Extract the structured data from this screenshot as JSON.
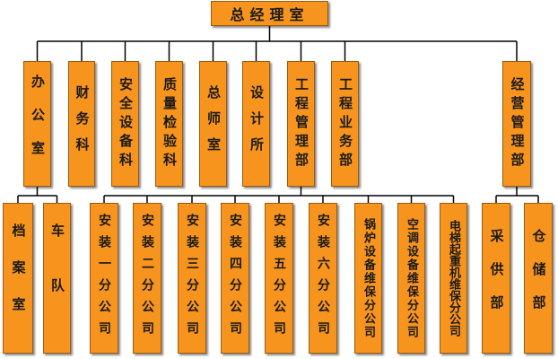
{
  "diagram": {
    "colors": {
      "box_fill": "#F7941D",
      "box_border": "#9a5a10",
      "line": "#000000",
      "background": "#ffffff"
    },
    "root": "总经理室",
    "level2": [
      "办公室",
      "财务科",
      "安全设备科",
      "质量检验科",
      "总师室",
      "设计所",
      "工程管理部",
      "工程业务部",
      "经营管理部"
    ],
    "office_children": [
      "档案室",
      "车队"
    ],
    "engineering_children": [
      "安装一分公司",
      "安装二分公司",
      "安装三分公司",
      "安装四分公司",
      "安装五分公司",
      "安装六分公司",
      "锅炉设备维保分公司",
      "空调设备维保分公司",
      "电梯起重机维保分公司"
    ],
    "business_children": [
      "采供部",
      "仓储部"
    ]
  }
}
